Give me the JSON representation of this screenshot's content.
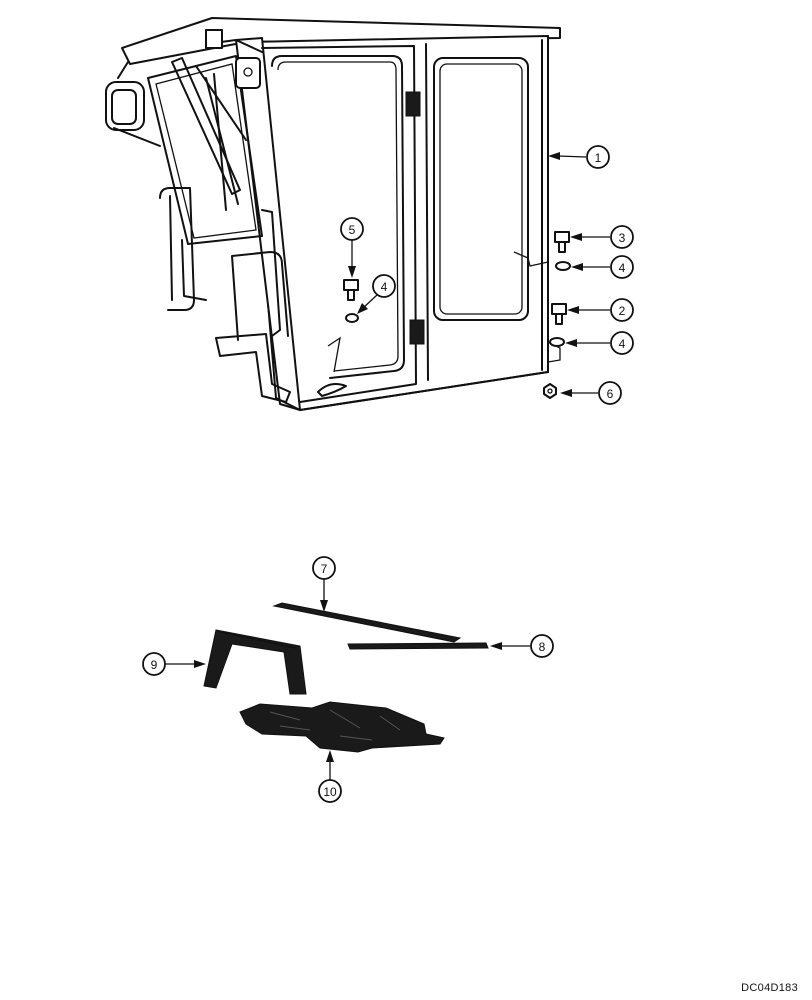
{
  "drawing_ref": "DC04D183",
  "callouts": {
    "c1": "1",
    "c2": "2",
    "c3": "3",
    "c4a": "4",
    "c4b": "4",
    "c4c": "4",
    "c5": "5",
    "c6": "6",
    "c7": "7",
    "c8": "8",
    "c9": "9",
    "c10": "10"
  }
}
